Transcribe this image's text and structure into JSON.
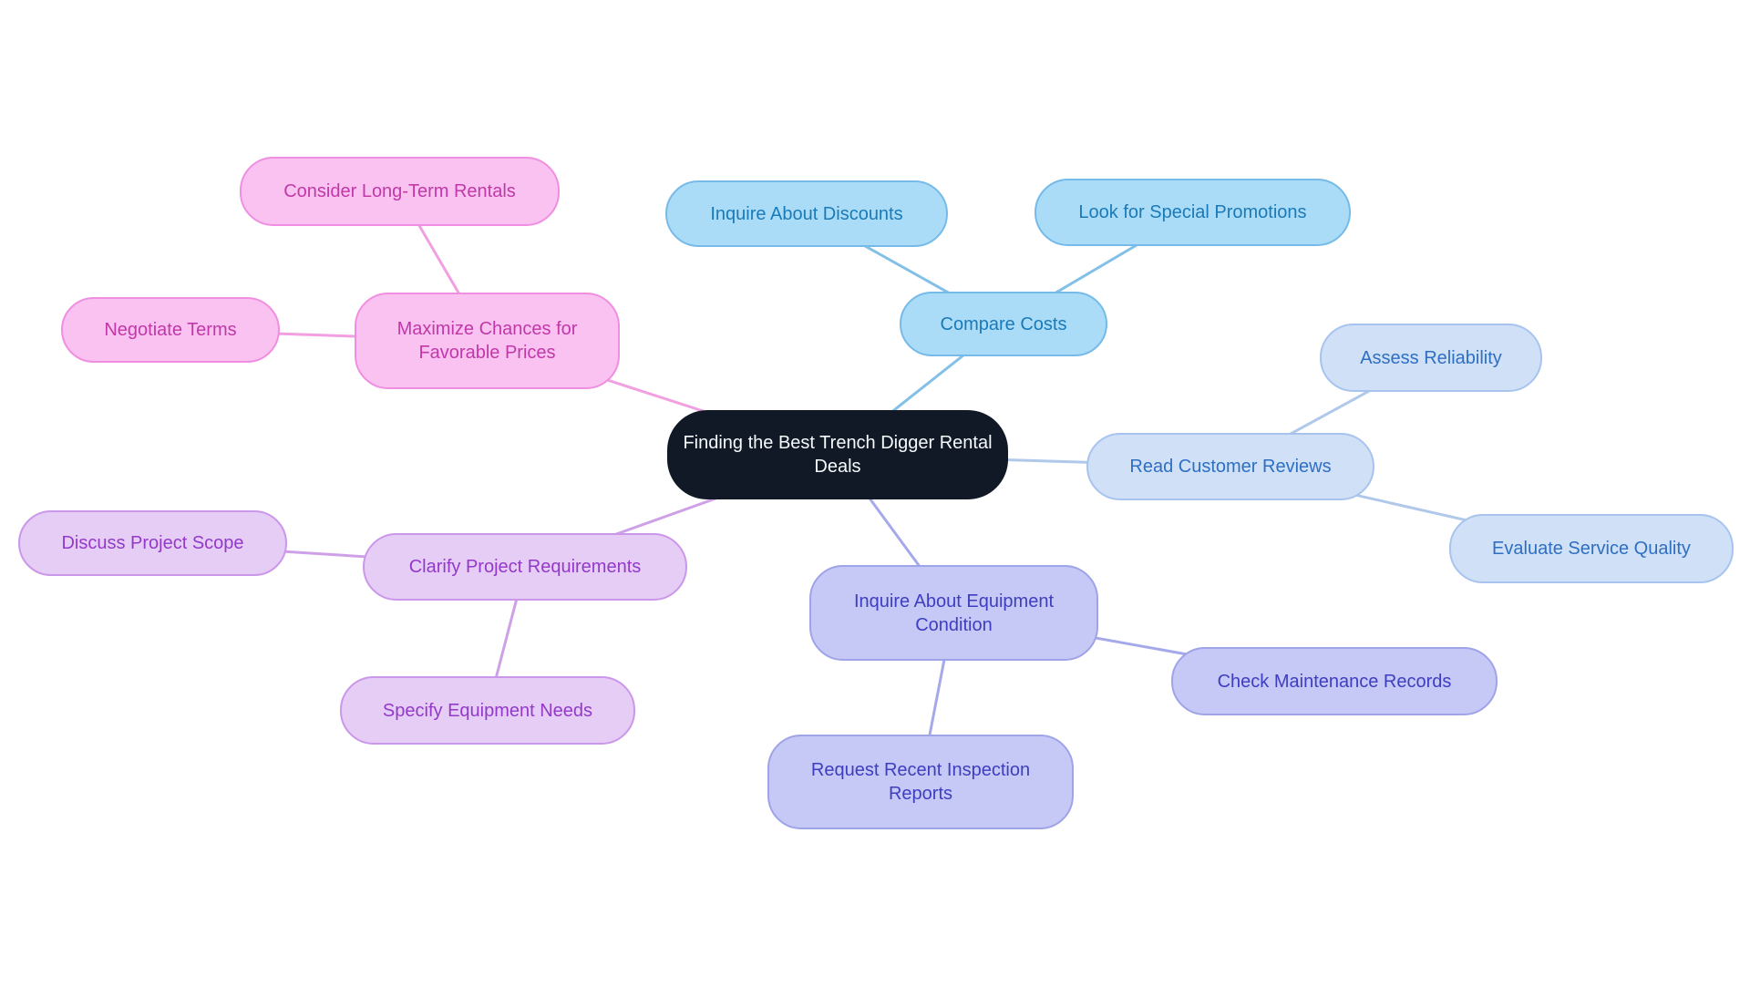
{
  "page": {
    "background_color": "#ffffff",
    "type": "mindmap"
  },
  "center": {
    "label": "Finding the Best Trench Digger Rental Deals",
    "fill": "#111927",
    "text_color": "#f7fafc"
  },
  "branches": [
    {
      "id": "favorable-prices",
      "label": "Maximize Chances for Favorable Prices",
      "fill": "#f9c2f0",
      "border": "#f08fe1",
      "text_color": "#c138a8",
      "line_color": "#f19fe0",
      "children": [
        {
          "label": "Consider Long-Term Rentals"
        },
        {
          "label": "Negotiate Terms"
        }
      ]
    },
    {
      "id": "compare-costs",
      "label": "Compare Costs",
      "fill": "#aadcf7",
      "border": "#75bae8",
      "text_color": "#1a7ab8",
      "line_color": "#82c0e8",
      "children": [
        {
          "label": "Inquire About Discounts"
        },
        {
          "label": "Look for Special Promotions"
        }
      ]
    },
    {
      "id": "customer-reviews",
      "label": "Read Customer Reviews",
      "fill": "#cfe0f7",
      "border": "#a8c4ee",
      "text_color": "#2e6fc2",
      "line_color": "#b0c8ea",
      "children": [
        {
          "label": "Assess Reliability"
        },
        {
          "label": "Evaluate Service Quality"
        }
      ]
    },
    {
      "id": "project-requirements",
      "label": "Clarify Project Requirements",
      "fill": "#e6cdf6",
      "border": "#cb97ea",
      "text_color": "#9239c9",
      "line_color": "#cda0e8",
      "children": [
        {
          "label": "Discuss Project Scope"
        },
        {
          "label": "Specify Equipment Needs"
        }
      ]
    },
    {
      "id": "equipment-condition",
      "label": "Inquire About Equipment Condition",
      "fill": "#c6c8f6",
      "border": "#9fa3e8",
      "text_color": "#3d3ec0",
      "line_color": "#a5a9ea",
      "children": [
        {
          "label": "Check Maintenance Records"
        },
        {
          "label": "Request Recent Inspection Reports"
        }
      ]
    }
  ]
}
